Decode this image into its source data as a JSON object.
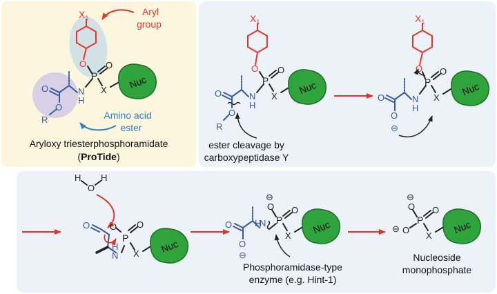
{
  "colors": {
    "aryl": "#e8352b",
    "amino": "#3a57a6",
    "annotation_blue": "#2f7fc4",
    "nuc_fill": "#2fa33c",
    "nuc_stroke": "#1f6e28",
    "arrow": "#e53227",
    "panel_yellow": "#fbf6dd",
    "panel_blue": "#edf2f9"
  },
  "labels": {
    "aryl_group_line1": "Aryl",
    "aryl_group_line2": "group",
    "amino_acid_line1": "Amino acid",
    "amino_acid_line2": "ester",
    "protide_line1": "Aryloxy triesterphosphoramidate",
    "protide_paren_open": "(",
    "protide_bold": "ProTide",
    "protide_paren_close": ")",
    "ester_cleavage_line1": "ester cleavage by",
    "ester_cleavage_line2": "carboxypeptidase Y",
    "phosphoramidase_line1": "Phosphoramidase-type",
    "phosphoramidase_line2": "enzyme (e.g. Hint-1)",
    "nucleoside_line1": "Nucleoside",
    "nucleoside_line2": "monophosphate"
  },
  "atoms": {
    "x1": "X",
    "x1_sub": "1",
    "o": "O",
    "p": "P",
    "x": "X",
    "nh_n": "N",
    "nh_h": "H",
    "r": "R",
    "nuc": "Nuc",
    "h": "H",
    "minus": "⊖"
  }
}
